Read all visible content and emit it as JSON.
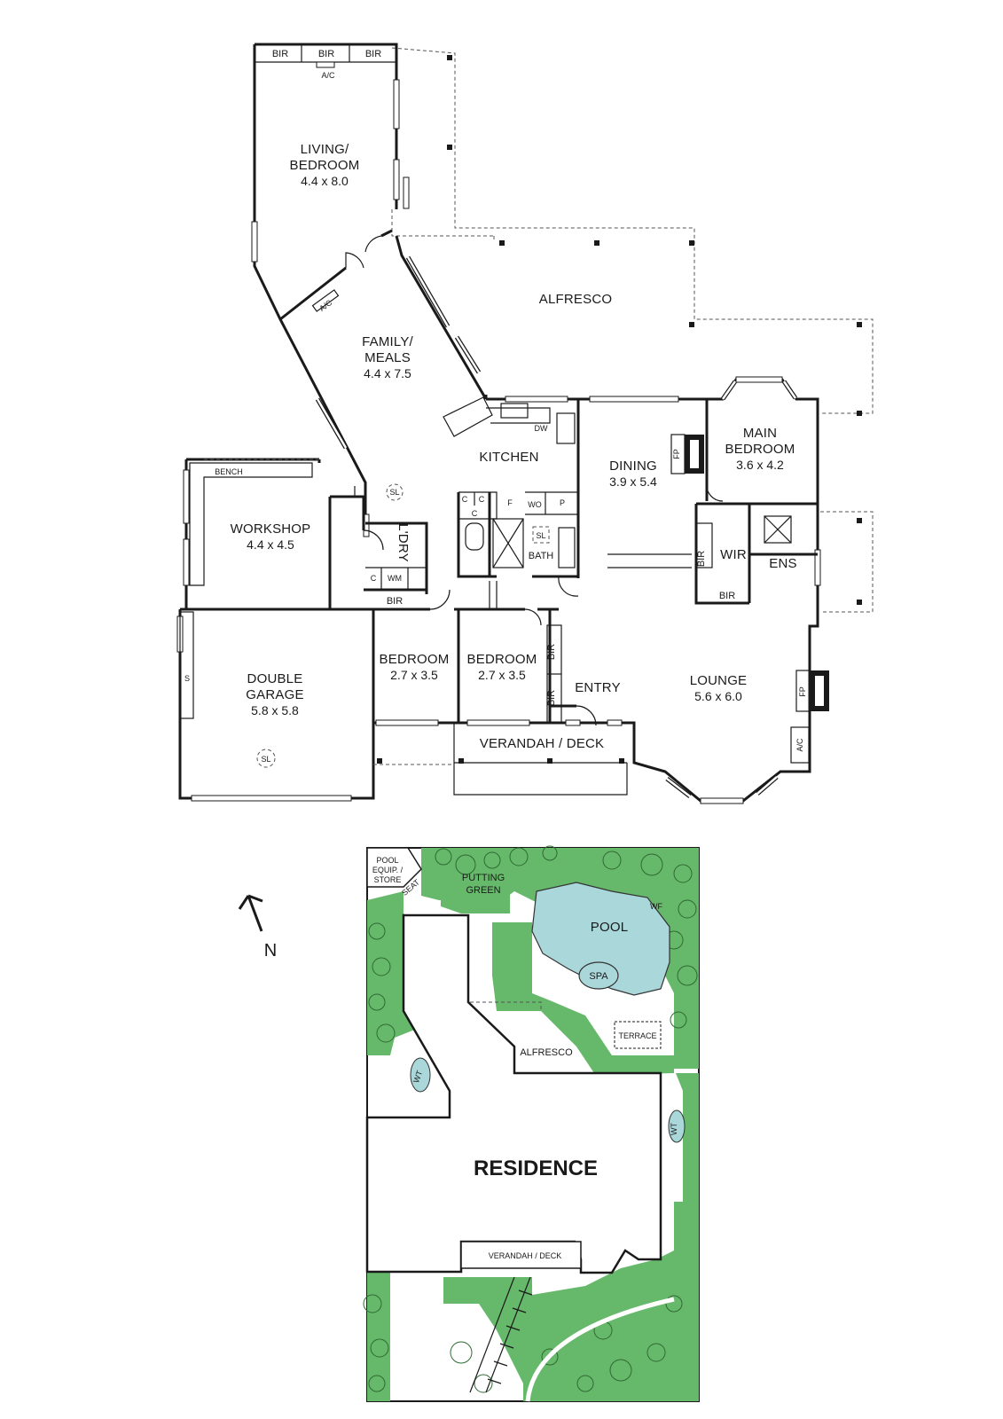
{
  "plan": {
    "rooms": {
      "living": {
        "name_line1": "LIVING/",
        "name_line2": "BEDROOM",
        "dim": "4.4 x 8.0"
      },
      "family": {
        "name_line1": "FAMILY/",
        "name_line2": "MEALS",
        "dim": "4.4 x 7.5"
      },
      "alfresco": {
        "name": "ALFRESCO"
      },
      "kitchen": {
        "name": "KITCHEN"
      },
      "dining": {
        "name": "DINING",
        "dim": "3.9 x 5.4"
      },
      "main_bedroom": {
        "name_line1": "MAIN",
        "name_line2": "BEDROOM",
        "dim": "3.6 x 4.2"
      },
      "workshop": {
        "name": "WORKSHOP",
        "dim": "4.4 x 4.5"
      },
      "laundry": {
        "name": "L'DRY"
      },
      "bath": {
        "name": "BATH"
      },
      "wir": {
        "name": "WIR"
      },
      "ens": {
        "name": "ENS"
      },
      "bedroom1": {
        "name": "BEDROOM",
        "dim": "2.7 x 3.5"
      },
      "bedroom2": {
        "name": "BEDROOM",
        "dim": "2.7 x 3.5"
      },
      "entry": {
        "name": "ENTRY"
      },
      "lounge": {
        "name": "LOUNGE",
        "dim": "5.6 x 6.0"
      },
      "garage": {
        "name_line1": "DOUBLE",
        "name_line2": "GARAGE",
        "dim": "5.8 x 5.8"
      },
      "verandah": {
        "name": "VERANDAH / DECK"
      }
    },
    "fixtures": {
      "bir": "BIR",
      "ac": "A/C",
      "dw": "DW",
      "fp": "FP",
      "bench": "BENCH",
      "sl": "SL",
      "c": "C",
      "f": "F",
      "wo": "WO",
      "p": "P",
      "wm": "WM",
      "s": "S"
    }
  },
  "site": {
    "north": "N",
    "pool_equip_line1": "POOL",
    "pool_equip_line2": "EQUIP. /",
    "pool_equip_line3": "STORE",
    "putting_line1": "PUTTING",
    "putting_line2": "GREEN",
    "pool": "POOL",
    "spa": "SPA",
    "wf": "WF",
    "terrace": "TERRACE",
    "alfresco": "ALFRESCO",
    "wt": "WT",
    "residence": "RESIDENCE",
    "verandah": "VERANDAH / DECK",
    "seat": "SEAT"
  }
}
